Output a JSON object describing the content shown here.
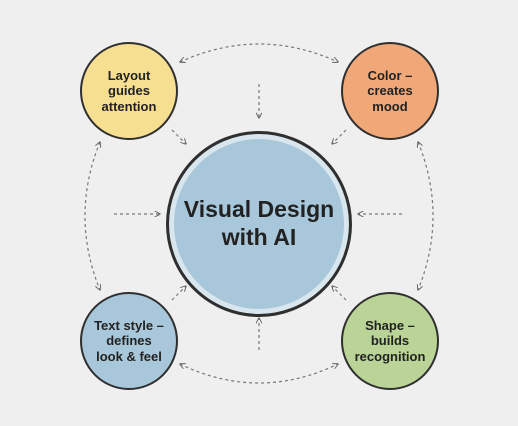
{
  "center": {
    "line1": "Visual Design",
    "line2": "with AI"
  },
  "nodes": {
    "layout": {
      "line1": "Layout",
      "line2": "guides",
      "line3": "attention"
    },
    "color": {
      "line1": "Color –",
      "line2": "creates",
      "line3": "mood"
    },
    "text": {
      "line1": "Text style –",
      "line2": "defines",
      "line3": "look & feel"
    },
    "shape": {
      "line1": "Shape –",
      "line2": "builds",
      "line3": "recognition"
    }
  },
  "colors": {
    "background": "#efefef",
    "center_fill": "#a9c7da",
    "layout_fill": "#f6df90",
    "color_fill": "#f0a878",
    "text_fill": "#a9c7da",
    "shape_fill": "#b9d496",
    "outline": "#2f2f2f",
    "arrow": "#777777"
  }
}
